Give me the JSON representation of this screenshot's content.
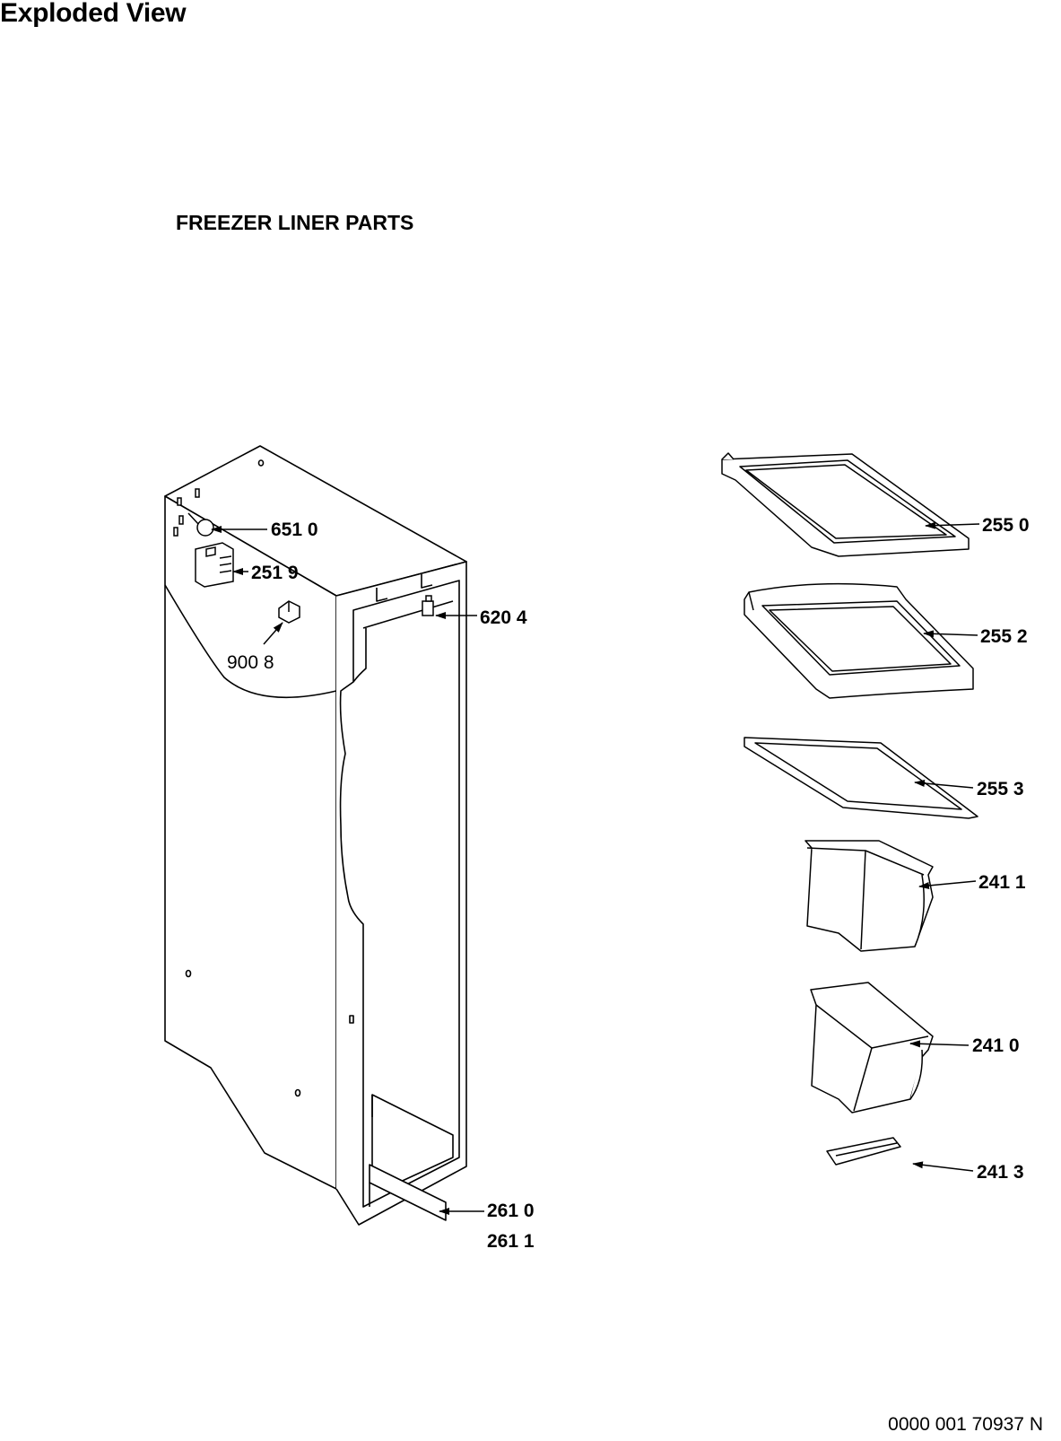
{
  "header": {
    "title": "Exploded View"
  },
  "section": {
    "subtitle": "FREEZER LINER PARTS"
  },
  "footer": {
    "doc_number": "0000 001 70937 N"
  },
  "callouts": [
    {
      "id": "c6510",
      "label": "651 0",
      "weight": "bold"
    },
    {
      "id": "c2519",
      "label": "251 9",
      "weight": "bold"
    },
    {
      "id": "c6204",
      "label": "620 4",
      "weight": "bold"
    },
    {
      "id": "c9008",
      "label": "900 8",
      "weight": "normal"
    },
    {
      "id": "c2610",
      "label": "261 0",
      "weight": "bold"
    },
    {
      "id": "c2611",
      "label": "261 1",
      "weight": "bold"
    },
    {
      "id": "c2550",
      "label": "255 0",
      "weight": "bold"
    },
    {
      "id": "c2552",
      "label": "255 2",
      "weight": "bold"
    },
    {
      "id": "c2553",
      "label": "255 3",
      "weight": "bold"
    },
    {
      "id": "c2411",
      "label": "241 1",
      "weight": "bold"
    },
    {
      "id": "c2410",
      "label": "241 0",
      "weight": "bold"
    },
    {
      "id": "c2413",
      "label": "241 3",
      "weight": "bold"
    }
  ]
}
